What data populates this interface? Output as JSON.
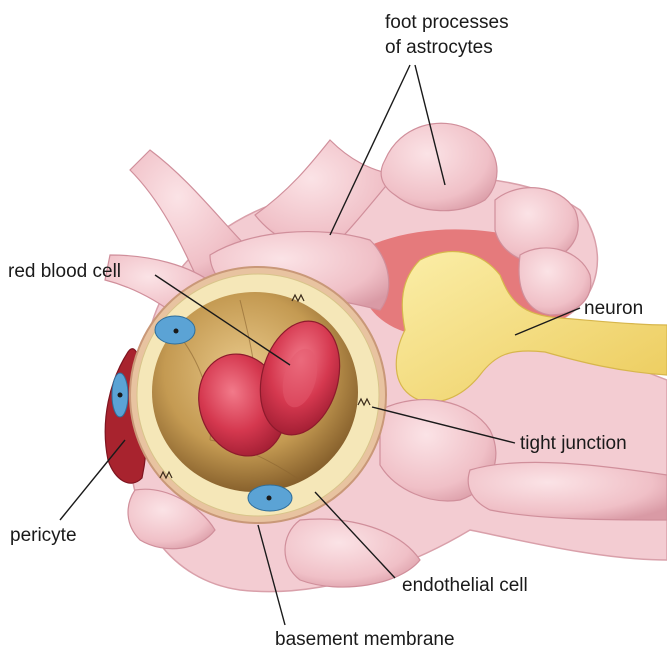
{
  "labels": {
    "foot_processes_line1": "foot processes",
    "foot_processes_line2": "of astrocytes",
    "red_blood_cell": "red blood cell",
    "neuron": "neuron",
    "tight_junction": "tight junction",
    "pericyte": "pericyte",
    "endothelial_cell": "endothelial cell",
    "basement_membrane": "basement membrane"
  },
  "colors": {
    "astrocyte": "#f2c6cc",
    "astrocyte_shadow": "#dfa3ad",
    "tissue": "#e57a7c",
    "neuron": "#f6e08a",
    "endothelium": "#f5e7b8",
    "lumen": "#a97f3a",
    "red_blood_cell": "#d5384f",
    "nucleus": "#5ba3d5",
    "pericyte": "#a8232e"
  }
}
